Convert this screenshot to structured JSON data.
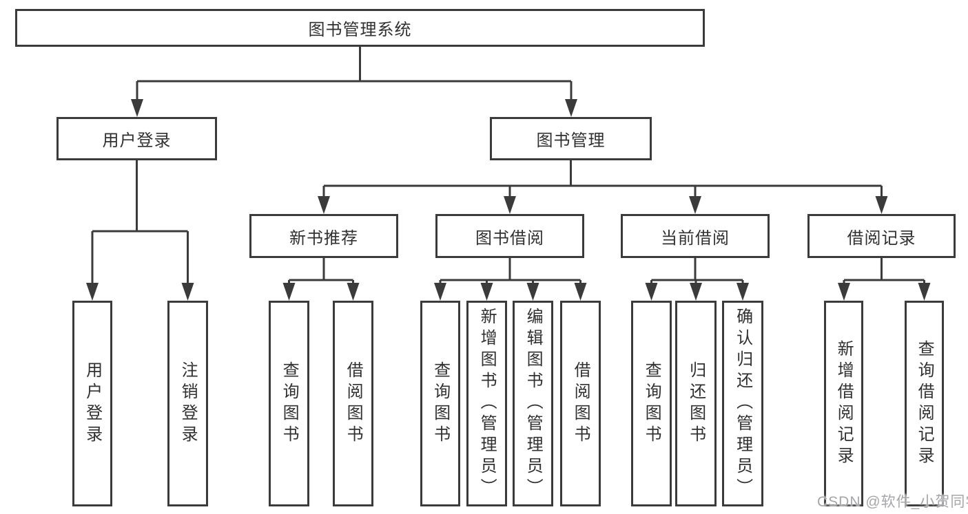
{
  "tree": {
    "root": {
      "label": "图书管理系统"
    },
    "branches": [
      {
        "label": "用户登录",
        "children": [
          {
            "label": "用户登录"
          },
          {
            "label": "注销登录"
          }
        ]
      },
      {
        "label": "图书管理",
        "groups": [
          {
            "label": "新书推荐",
            "children": [
              {
                "label": "查询图书"
              },
              {
                "label": "借阅图书"
              }
            ]
          },
          {
            "label": "图书借阅",
            "children": [
              {
                "label": "查询图书"
              },
              {
                "label": "新增图书（管理员）"
              },
              {
                "label": "编辑图书（管理员）"
              },
              {
                "label": "借阅图书"
              }
            ]
          },
          {
            "label": "当前借阅",
            "children": [
              {
                "label": "查询图书"
              },
              {
                "label": "归还图书"
              },
              {
                "label": "确认归还（管理员）"
              }
            ]
          },
          {
            "label": "借阅记录",
            "children": [
              {
                "label": "新增借阅记录"
              },
              {
                "label": "查询借阅记录"
              }
            ]
          }
        ]
      }
    ]
  },
  "watermark": {
    "text": "CSDN @软件_小贺同学",
    "color": "#a6a6a9"
  },
  "colors": {
    "line": "#3b3b3b",
    "text": "#303032",
    "background": "#ffffff"
  }
}
